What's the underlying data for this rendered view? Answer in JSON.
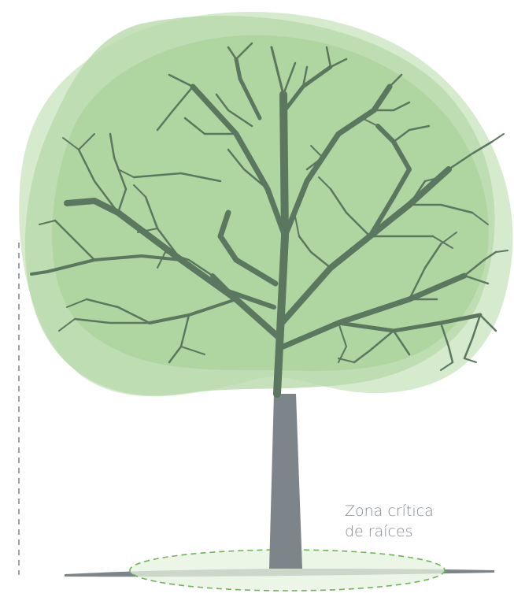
{
  "root_zone_label": {
    "line1": "Zona crítica",
    "line2": "de raíces"
  },
  "colors": {
    "canopy_light": "#cfe6c6",
    "canopy_mid": "#b5d9a8",
    "canopy_dark": "#9fcd90",
    "branches": "#5b7760",
    "trunk": "#7d858a",
    "ground": "#7d858a",
    "root_zone_fill": "#e6f3dd",
    "root_zone_stroke": "#6fb35a",
    "dashed_line": "#7d858a",
    "label_text": "#848a8f"
  },
  "icons": [
    "tree-illustration",
    "canopy-shape",
    "root-zone-ellipse",
    "height-dashed-line"
  ]
}
